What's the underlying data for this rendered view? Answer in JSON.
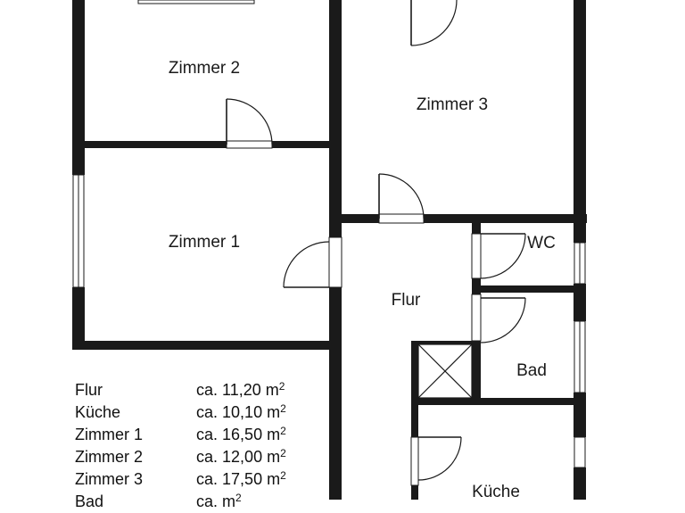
{
  "rooms": [
    {
      "key": "zimmer2",
      "label": "Zimmer 2"
    },
    {
      "key": "zimmer3",
      "label": "Zimmer 3"
    },
    {
      "key": "zimmer1",
      "label": "Zimmer 1"
    },
    {
      "key": "flur",
      "label": "Flur"
    },
    {
      "key": "wc",
      "label": "WC"
    },
    {
      "key": "bad",
      "label": "Bad"
    },
    {
      "key": "kueche",
      "label": "Küche"
    }
  ],
  "area_list": [
    {
      "name": "Flur",
      "prefix": "ca.",
      "value": "11,20",
      "unit": "m",
      "exp": "2"
    },
    {
      "name": "Küche",
      "prefix": "ca.",
      "value": "10,10",
      "unit": "m",
      "exp": "2"
    },
    {
      "name": "Zimmer 1",
      "prefix": "ca.",
      "value": "16,50",
      "unit": "m",
      "exp": "2"
    },
    {
      "name": "Zimmer 2",
      "prefix": "ca.",
      "value": "12,00",
      "unit": "m",
      "exp": "2"
    },
    {
      "name": "Zimmer 3",
      "prefix": "ca.",
      "value": "17,50",
      "unit": "m",
      "exp": "2"
    },
    {
      "name": "Bad",
      "prefix": "ca.",
      "value": "",
      "unit": "m",
      "exp": "2"
    }
  ],
  "colors": {
    "wall": "#1a1a1a",
    "background": "#ffffff"
  }
}
